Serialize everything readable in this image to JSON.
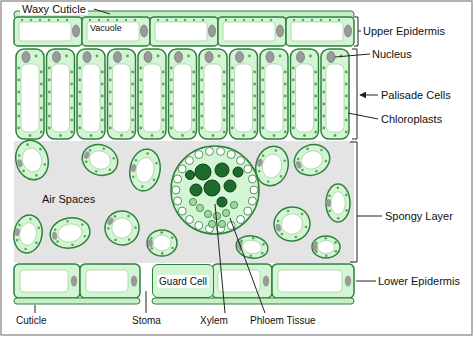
{
  "diagram": {
    "nodes": [
      {
        "text": [
          "Guard Cell"
        ]
      }
    ],
    "labels": [
      "Waxy Cuticle",
      "Vacuole",
      "Upper Epidermis",
      "Nucleus",
      "Palisade Cells",
      "Chloroplasts",
      "Air Spaces",
      "Spongy Layer",
      "Lower Epidermis",
      "Cuticle",
      "Stoma",
      "Xylem",
      "Phloem Tissue"
    ]
  }
}
